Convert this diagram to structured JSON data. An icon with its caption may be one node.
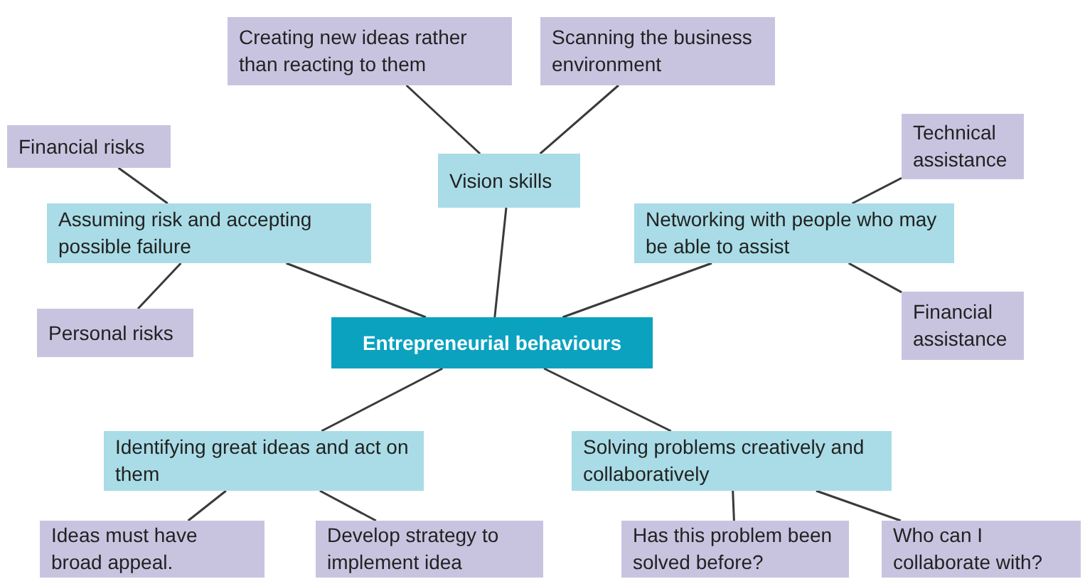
{
  "diagram": {
    "nodes": [
      {
        "text": [
          "Entrepreneurial behaviours"
        ]
      },
      {
        "text": [
          "Vision skills"
        ]
      },
      {
        "text": [
          "Creating new ideas rather than reacting to them"
        ]
      },
      {
        "text": [
          "Scanning the business environment"
        ]
      },
      {
        "text": [
          "Assuming risk and accepting possible failure"
        ]
      },
      {
        "text": [
          "Financial risks"
        ]
      },
      {
        "text": [
          "Personal risks"
        ]
      },
      {
        "text": [
          "Networking with people who may be able to assist"
        ]
      },
      {
        "text": [
          "Technical assistance"
        ]
      },
      {
        "text": [
          "Financial assistance"
        ]
      },
      {
        "text": [
          "Identifying great ideas and act on them"
        ]
      },
      {
        "text": [
          "Ideas must have broad appeal."
        ]
      },
      {
        "text": [
          "Develop strategy to implement idea"
        ]
      },
      {
        "text": [
          "Solving problems creatively and collaboratively"
        ]
      },
      {
        "text": [
          "Has this problem been solved before?"
        ]
      },
      {
        "text": [
          "Who can I collaborate with?"
        ]
      }
    ],
    "edges": [
      {
        "from": 0,
        "to": 1,
        "arrow": "none"
      },
      {
        "from": 1,
        "to": 2,
        "arrow": "none"
      },
      {
        "from": 1,
        "to": 3,
        "arrow": "none"
      },
      {
        "from": 0,
        "to": 4,
        "arrow": "none"
      },
      {
        "from": 4,
        "to": 5,
        "arrow": "none"
      },
      {
        "from": 4,
        "to": 6,
        "arrow": "none"
      },
      {
        "from": 0,
        "to": 7,
        "arrow": "none"
      },
      {
        "from": 7,
        "to": 8,
        "arrow": "none"
      },
      {
        "from": 7,
        "to": 9,
        "arrow": "none"
      },
      {
        "from": 0,
        "to": 10,
        "arrow": "none"
      },
      {
        "from": 10,
        "to": 11,
        "arrow": "none"
      },
      {
        "from": 10,
        "to": 12,
        "arrow": "none"
      },
      {
        "from": 0,
        "to": 13,
        "arrow": "none"
      },
      {
        "from": 13,
        "to": 14,
        "arrow": "none"
      },
      {
        "from": 13,
        "to": 15,
        "arrow": "none"
      }
    ]
  }
}
